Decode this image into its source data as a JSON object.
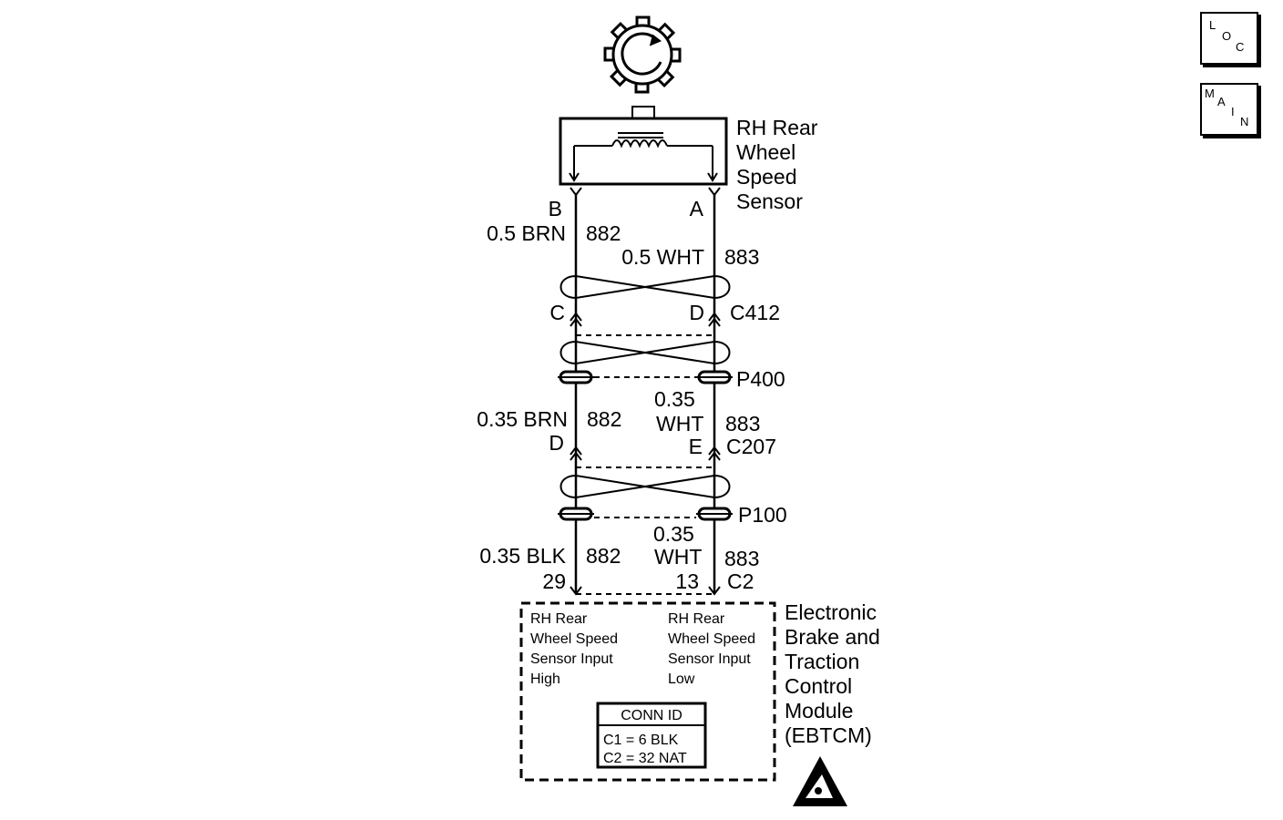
{
  "nav": {
    "loc": {
      "l1": "L",
      "l2": "O",
      "l3": "C"
    },
    "main": {
      "l1": "M",
      "l2": "A",
      "l3": "I",
      "l4": "N"
    }
  },
  "sensor": {
    "name_lines": [
      "RH Rear",
      "Wheel",
      "Speed",
      "Sensor"
    ],
    "pin_b": "B",
    "pin_a": "A"
  },
  "wires": {
    "seg1_left": {
      "size_color": "0.5 BRN",
      "circuit": "882"
    },
    "seg1_right": {
      "size_color": "0.5 WHT",
      "circuit": "883"
    },
    "seg2_left": {
      "size_color": "0.35 BRN",
      "circuit": "882"
    },
    "seg2_right": {
      "size": "0.35",
      "color": "WHT",
      "circuit": "883"
    },
    "seg3_left": {
      "size_color": "0.35 BLK",
      "circuit": "882"
    },
    "seg3_right": {
      "size": "0.35",
      "color": "WHT",
      "circuit": "883"
    }
  },
  "connectors": {
    "c412": {
      "name": "C412",
      "pin_left": "C",
      "pin_right": "D"
    },
    "p400": {
      "name": "P400"
    },
    "c207": {
      "name": "C207",
      "pin_left": "D",
      "pin_right": "E"
    },
    "p100": {
      "name": "P100"
    },
    "c2": {
      "name": "C2",
      "pin_left": "29",
      "pin_right": "13"
    }
  },
  "module": {
    "name_lines": [
      "Electronic",
      "Brake and",
      "Traction",
      "Control",
      "Module",
      "(EBTCM)"
    ],
    "input_high": [
      "RH Rear",
      "Wheel Speed",
      "Sensor Input",
      "High"
    ],
    "input_low": [
      "RH Rear",
      "Wheel Speed",
      "Sensor Input",
      "Low"
    ],
    "conn_id": {
      "title": "CONN ID",
      "c1": "C1 = 6 BLK",
      "c2": "C2 = 32 NAT"
    }
  }
}
